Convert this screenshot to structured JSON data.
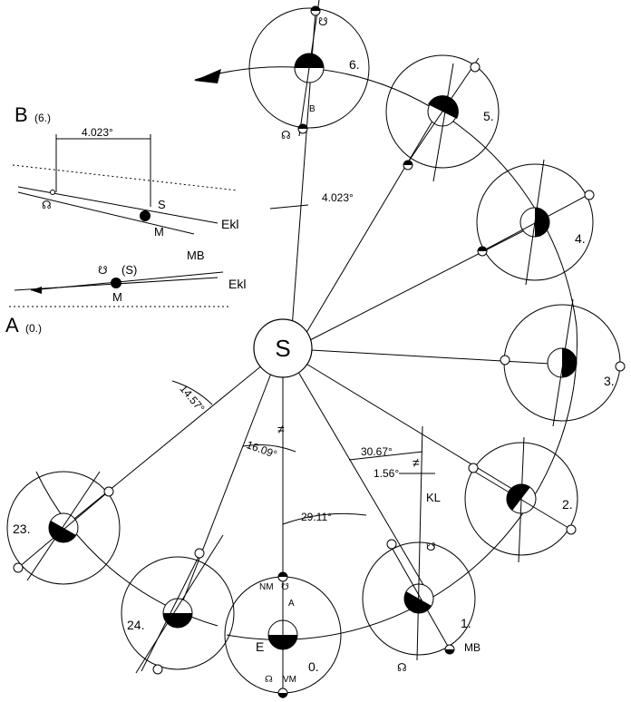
{
  "sun_label": "S",
  "earth_label": "E",
  "inset_b": {
    "letter": "B",
    "stage": "(6.)",
    "angle": "4.023°",
    "node": "☊",
    "sun": "S",
    "moon": "M",
    "ecliptic": "Ekl",
    "moon_orbit": "MB"
  },
  "inset_a": {
    "letter": "A",
    "stage": "(0.)",
    "node": "☋",
    "sun": "(S)",
    "moon": "M",
    "ecliptic": "Ekl"
  },
  "positions": {
    "p0": "0.",
    "p1": "1.",
    "p2": "2.",
    "p3": "3.",
    "p4": "4.",
    "p5": "5.",
    "p6": "6.",
    "p23": "23.",
    "p24": "24."
  },
  "symbols": {
    "ascending_node": "☊",
    "descending_node": "☋",
    "parallel": "≠",
    "nm": "NM",
    "vm": "VM",
    "a": "A",
    "b": "B",
    "kl": "KL",
    "mb": "MB"
  },
  "angles": {
    "a1": "4.023°",
    "a2": "14.57°",
    "a3": "16.09°",
    "a4": "29.11°",
    "a5": "30.67°",
    "a6": "1.56°"
  }
}
